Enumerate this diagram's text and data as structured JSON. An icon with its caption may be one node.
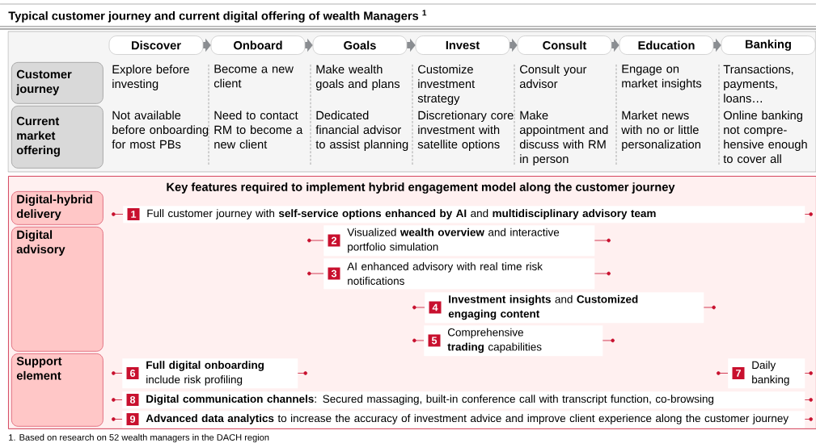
{
  "diagram": {
    "title": "Typical customer journey and current digital offering of wealth Managers $^{1}$",
    "nodes": [
      {
        "text": [
          "Discover"
        ]
      },
      {
        "text": [
          "Onboard"
        ]
      },
      {
        "text": [
          "Goals"
        ]
      },
      {
        "text": [
          "Invest"
        ]
      },
      {
        "text": [
          "Consult"
        ]
      },
      {
        "text": [
          "Education"
        ]
      },
      {
        "text": [
          "Banking"
        ]
      },
      {
        "text": [
          "Customer journey"
        ]
      },
      {
        "text": [
          "Current market offering"
        ]
      },
      {
        "text": [
          "Key features required to implement hybrid engagement model along the customer journey"
        ]
      },
      {
        "text": [
          "Digital-hybrid delivery"
        ],
        "in": 9
      },
      {
        "text": [
          "Digital advisory"
        ],
        "in": 9
      },
      {
        "text": [
          "Support element"
        ],
        "in": 9
      },
      {
        "text": [
          "1",
          "Full customer journey with **self-service options enhanced by AI** and **multidisciplinary advisory team**"
        ],
        "in": 9
      },
      {
        "text": [
          "2",
          "Visualized **wealth overview** and interactive portfolio simulation"
        ],
        "in": 9
      },
      {
        "text": [
          "3",
          "AI enhanced advisory with real time risk notifications"
        ],
        "in": 9
      },
      {
        "text": [
          "4",
          "**Investment insights** and **Customized engaging content**"
        ],
        "in": 9
      },
      {
        "text": [
          "5",
          "Comprehensive **trading** capabilities"
        ],
        "in": 9
      },
      {
        "text": [
          "6",
          "**Full digital onboarding** include risk profiling"
        ],
        "in": 9
      },
      {
        "text": [
          "7",
          "Daily banking"
        ],
        "in": 9
      },
      {
        "text": [
          "8",
          "**Digital communication channels**: Secured massaging, built-in conference call with transcript function, co-browsing"
        ],
        "in": 9
      },
      {
        "text": [
          "9",
          "**Advanced data analytics** to increase the accuracy of investment advice and improve client experience along the customer journey"
        ],
        "in": 9
      }
    ],
    "edges": [
      {
        "from": 0,
        "to": 1,
        "arrow": "to"
      },
      {
        "from": 1,
        "to": 2,
        "arrow": "to"
      },
      {
        "from": 2,
        "to": 3,
        "arrow": "to"
      },
      {
        "from": 3,
        "to": 4,
        "arrow": "to"
      },
      {
        "from": 4,
        "to": 5,
        "arrow": "to"
      },
      {
        "from": 5,
        "to": 6,
        "arrow": "to"
      }
    ],
    "labels": [
      "Explore before investing",
      "Become a new client",
      "Make wealth goals and plans",
      "Customize investment strategy",
      "Consult your advisor",
      "Engage on market insights",
      "Transactions, payments, loans…",
      "Not available before onboarding for most PBs",
      "Need to contact RM to become a new client",
      "Dedicated financial advisor to assist planning",
      "Discretionary core investment with satellite options",
      "Make appointment and discuss with RM in person",
      "Market news with no or little personalization",
      "Online banking not compre-hensive enough to cover all",
      "1. Based on research on 52 wealth managers in the DACH region"
    ]
  }
}
